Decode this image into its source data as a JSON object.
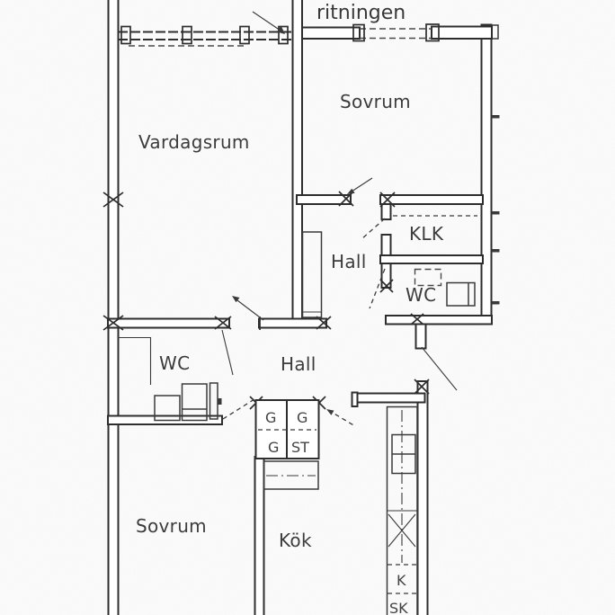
{
  "annotation": {
    "top_text": "ritningen"
  },
  "rooms": {
    "vardagsrum": {
      "label": "Vardagsrum"
    },
    "sovrum_top": {
      "label": "Sovrum"
    },
    "hall_upper": {
      "label": "Hall"
    },
    "klk": {
      "label": "KLK"
    },
    "wc_right": {
      "label": "WC"
    },
    "wc_left": {
      "label": "WC"
    },
    "hall_lower": {
      "label": "Hall"
    },
    "sovrum_bottom": {
      "label": "Sovrum"
    },
    "kok": {
      "label": "Kök"
    }
  },
  "closet": {
    "cells": [
      "G",
      "G",
      "G",
      "ST"
    ]
  },
  "kitchen": {
    "unit_k": "K",
    "unit_sk": "SK"
  },
  "colors": {
    "ink": "#3a3a3a",
    "wall": "#2e2e2e",
    "paper": "#fdfdfd"
  }
}
